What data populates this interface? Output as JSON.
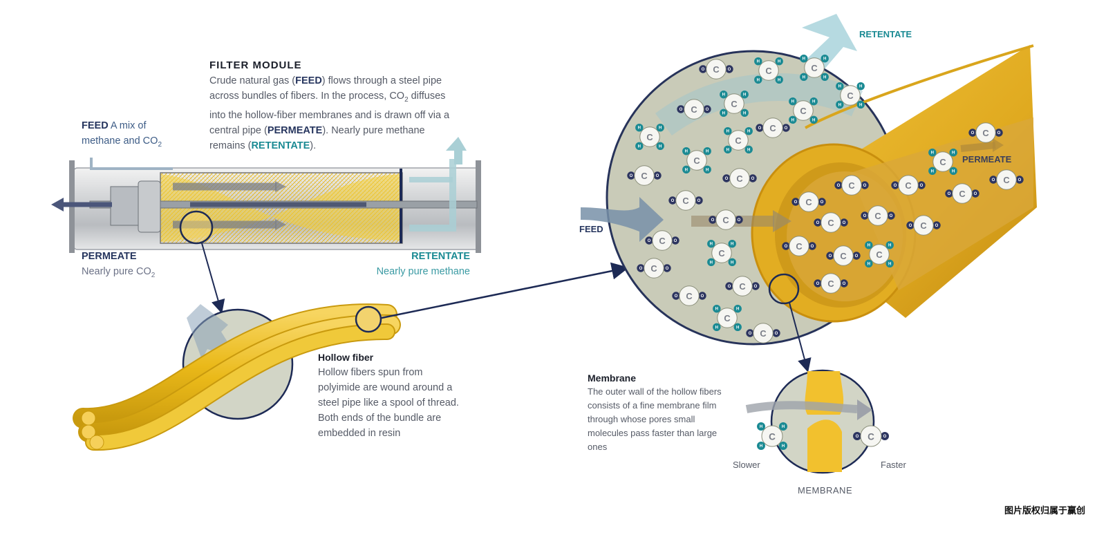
{
  "filter_module": {
    "title": "FILTER MODULE",
    "text_1": "Crude natural gas (",
    "feed_word": "FEED",
    "text_2": ") flows through a steel pipe across bundles of fibers. In the process, CO",
    "co2_sub": "2",
    "text_3": " diffuses into the hollow-fiber membranes and is drawn off via a central pipe (",
    "permeate_word": "PERMEATE",
    "text_4": "). Nearly pure methane remains (",
    "retentate_word": "RETENTATE",
    "text_5": ")."
  },
  "feed_label": {
    "title": "FEED",
    "text_a": " A mix of",
    "text_b": "methane and CO",
    "sub": "2"
  },
  "permeate_label": {
    "title": "PERMEATE",
    "text": "Nearly pure CO",
    "sub": "2"
  },
  "retentate_label": {
    "title": "RETENTATE",
    "text": "Nearly pure methane"
  },
  "hollow_fiber": {
    "title": "Hollow fiber",
    "text": "Hollow fibers spun from polyimide are wound around a steel pipe like a spool of thread. Both ends of the bundle are embedded in resin"
  },
  "membrane_caption": {
    "title": "Membrane",
    "text": "The outer wall of the hollow fibers consists of a fine membrane film through whose pores small molecules pass faster than large ones"
  },
  "big_diagram": {
    "retentate": "RETENTATE",
    "permeate": "PERMEATE",
    "feed": "FEED"
  },
  "membrane_detail": {
    "slower": "Slower",
    "faster": "Faster",
    "label": "MEMBRANE"
  },
  "molecule_letters": {
    "carbon": "C",
    "hydrogen": "H",
    "oxygen": "O"
  },
  "watermark": "图片版权归属于赢创",
  "colors": {
    "navy": "#26355e",
    "teal": "#1a8a93",
    "fiber_yellow": "#f2c12e",
    "gas_gray": "#c9cbb8"
  }
}
